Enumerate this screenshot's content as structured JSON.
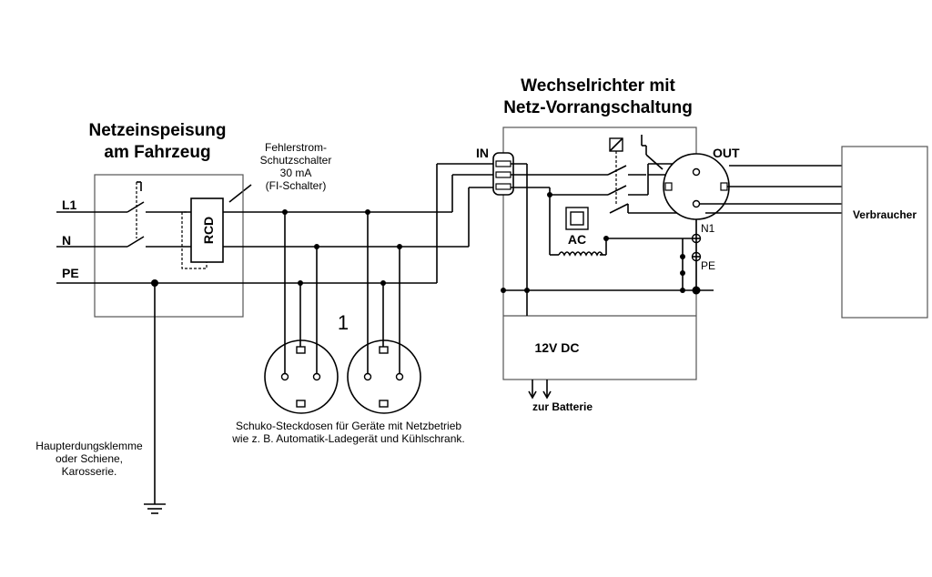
{
  "title_left": {
    "line1": "Netzeinspeisung",
    "line2": "am Fahrzeug"
  },
  "title_right": {
    "line1": "Wechselrichter mit",
    "line2": "Netz-Vorrangschaltung"
  },
  "rcd_note": {
    "line1": "Fehlerstrom-",
    "line2": "Schutzschalter",
    "line3": "30 mA",
    "line4": "(FI-Schalter)"
  },
  "labels": {
    "l1": "L1",
    "n": "N",
    "pe": "PE",
    "rcd": "RCD",
    "in": "IN",
    "out": "OUT",
    "ac": "AC",
    "n1": "N1",
    "pe_out": "PE",
    "dc": "12V DC",
    "battery": "zur Batterie",
    "consumer": "Verbraucher",
    "marker": "1"
  },
  "sockets_note": {
    "line1": "Schuko-Steckdosen für Geräte mit Netzbetrieb",
    "line2": "wie z. B. Automatik-Ladegerät und Kühlschrank."
  },
  "earth_note": {
    "line1": "Haupterdungsklemme",
    "line2": "oder Schiene,",
    "line3": "Karosserie."
  }
}
